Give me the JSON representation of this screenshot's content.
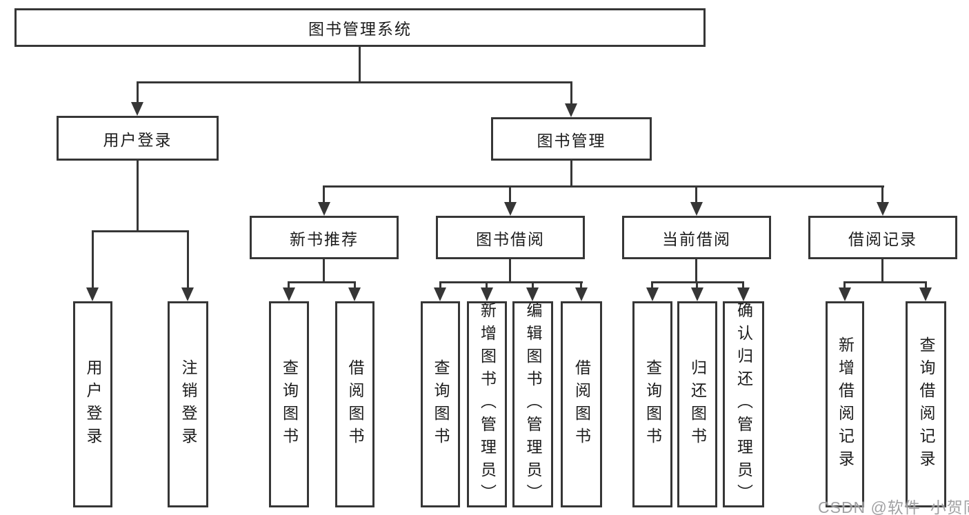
{
  "diagram": {
    "title": "图书管理系统",
    "root": {
      "label": "图书管理系统"
    },
    "level2": [
      {
        "label": "用户登录"
      },
      {
        "label": "图书管理"
      }
    ],
    "level3": [
      {
        "label": "新书推荐"
      },
      {
        "label": "图书借阅"
      },
      {
        "label": "当前借阅"
      },
      {
        "label": "借阅记录"
      }
    ],
    "leaves": [
      {
        "label": "用户登录",
        "parent": "用户登录"
      },
      {
        "label": "注销登录",
        "parent": "用户登录"
      },
      {
        "label": "查询图书",
        "parent": "新书推荐"
      },
      {
        "label": "借阅图书",
        "parent": "新书推荐"
      },
      {
        "label": "查询图书",
        "parent": "图书借阅"
      },
      {
        "label": "新增图书（管理员）",
        "parent": "图书借阅"
      },
      {
        "label": "编辑图书（管理员）",
        "parent": "图书借阅"
      },
      {
        "label": "借阅图书",
        "parent": "图书借阅"
      },
      {
        "label": "查询图书",
        "parent": "当前借阅"
      },
      {
        "label": "归还图书",
        "parent": "当前借阅"
      },
      {
        "label": "确认归还（管理员）",
        "parent": "当前借阅"
      },
      {
        "label": "新增借阅记录",
        "parent": "借阅记录"
      },
      {
        "label": "查询借阅记录",
        "parent": "借阅记录"
      }
    ]
  },
  "watermark": {
    "text": "CSDN @软件_小贺同学"
  },
  "colors": {
    "line": "#363636",
    "text": "#1c1c1c",
    "background": "#ffffff",
    "watermark": "#949496"
  }
}
